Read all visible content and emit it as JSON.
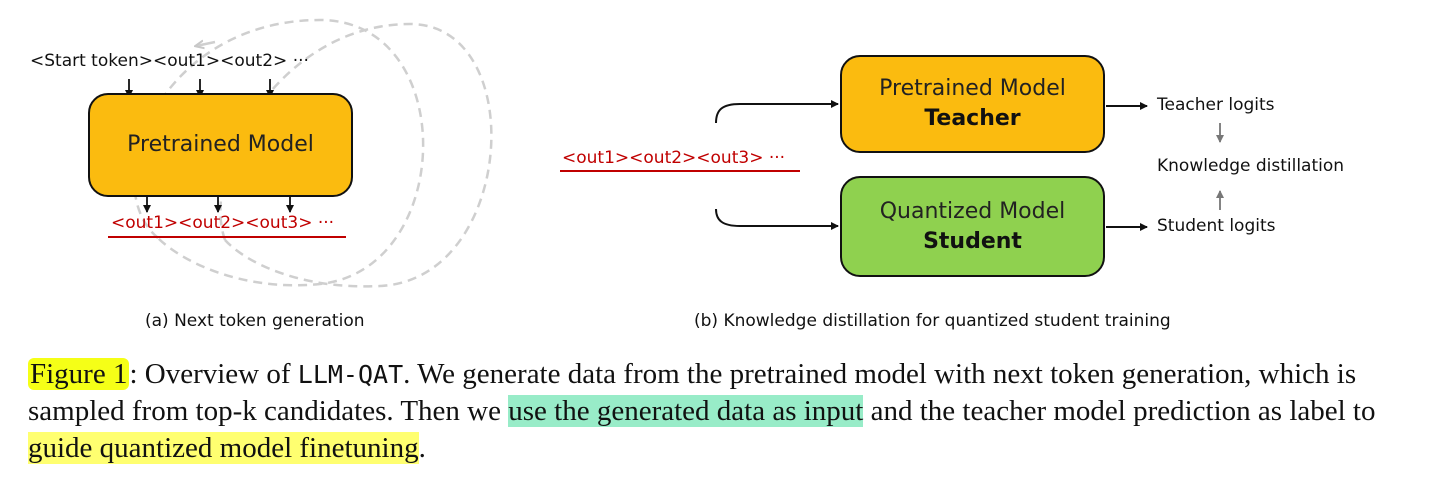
{
  "panel_a": {
    "input_tokens": [
      "<Start token>",
      "<out1>",
      "<out2>",
      "···"
    ],
    "model_label": "Pretrained Model",
    "output_tokens": "<out1><out2><out3> ···",
    "subcaption": "(a) Next token generation"
  },
  "panel_b": {
    "input_tokens": "<out1><out2><out3> ···",
    "teacher": {
      "title": "Pretrained Model",
      "role": "Teacher"
    },
    "student": {
      "title": "Quantized Model",
      "role": "Student"
    },
    "teacher_logits": "Teacher logits",
    "distillation": "Knowledge distillation",
    "student_logits": "Student logits",
    "subcaption": "(b) Knowledge distillation for quantized student training"
  },
  "caption": {
    "figure_label": "Figure 1",
    "part1": ": Overview of ",
    "method": "LLM-QAT",
    "part2": ". We generate data from the pretrained model with next token generation, which is sampled from top-k candidates. Then we ",
    "highlight_green": "use the generated data as input",
    "part3": " and the teacher model prediction as label to ",
    "highlight_yellow": "guide quantized model finetuning",
    "part4": "."
  },
  "colors": {
    "teacher_box": "#fbbb0f",
    "student_box": "#8fd14f",
    "token_red": "#c00000",
    "highlight_yellow": "#ffff70",
    "highlight_green": "#98ecc8"
  }
}
